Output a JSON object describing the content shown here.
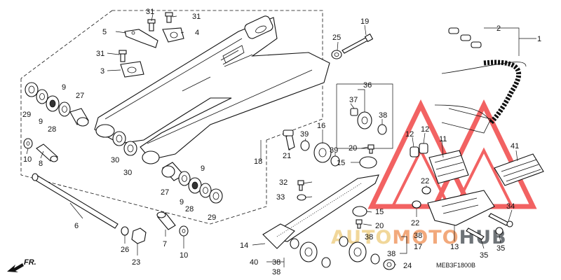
{
  "diagram": {
    "drawing_code": "MEB3F1800B",
    "direction_label": "FR.",
    "watermark": {
      "prefix": "AUTO",
      "middle": "MOTO",
      "suffix": "HUB",
      "colors": {
        "prefix": "#f1d79a",
        "middle": "#f2a97c",
        "suffix": "#6f7478",
        "triangle": "#ef3b3b"
      }
    },
    "callouts": [
      "1",
      "2",
      "3",
      "4",
      "5",
      "6",
      "7",
      "8",
      "9",
      "10",
      "11",
      "12",
      "13",
      "14",
      "15",
      "16",
      "17",
      "18",
      "19",
      "20",
      "21",
      "22",
      "23",
      "24",
      "25",
      "26",
      "27",
      "28",
      "29",
      "30",
      "31",
      "32",
      "33",
      "34",
      "35",
      "36",
      "37",
      "38",
      "39",
      "40",
      "41"
    ],
    "labels": {
      "l1": "1",
      "l2": "2",
      "l3": "3",
      "l4": "4",
      "l5": "5",
      "l6": "6",
      "l7": "7",
      "l8": "8",
      "l9a": "9",
      "l9b": "9",
      "l9c": "9",
      "l9d": "9",
      "l10a": "10",
      "l10b": "10",
      "l11": "11",
      "l12a": "12",
      "l12b": "12",
      "l13": "13",
      "l14": "14",
      "l15a": "15",
      "l15b": "15",
      "l16": "16",
      "l17": "17",
      "l18": "18",
      "l19": "19",
      "l20a": "20",
      "l20b": "20",
      "l21": "21",
      "l22a": "22",
      "l22b": "22",
      "l23": "23",
      "l24": "24",
      "l25": "25",
      "l26": "26",
      "l27a": "27",
      "l27b": "27",
      "l28a": "28",
      "l28b": "28",
      "l29a": "29",
      "l29b": "29",
      "l30a": "30",
      "l30b": "30",
      "l31a": "31",
      "l31b": "31",
      "l31c": "31",
      "l32": "32",
      "l33": "33",
      "l34": "34",
      "l35a": "35",
      "l35b": "35",
      "l36": "36",
      "l37": "37",
      "l38a": "38",
      "l38b": "38",
      "l38c": "38",
      "l38d": "38",
      "l38e": "38",
      "l38f": "38",
      "l39a": "39",
      "l39b": "39",
      "l40": "40",
      "l41": "41"
    }
  }
}
